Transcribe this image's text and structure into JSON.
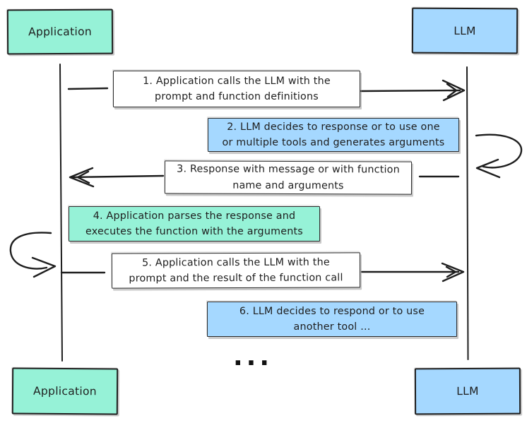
{
  "actors": {
    "top_left": {
      "label": "Application"
    },
    "top_right": {
      "label": "LLM"
    },
    "bottom_left": {
      "label": "Application"
    },
    "bottom_right": {
      "label": "LLM"
    }
  },
  "messages": [
    {
      "step": 1,
      "fill": "white",
      "direction": "application-to-llm",
      "text": "1. Application calls the LLM with the\nprompt and function definitions"
    },
    {
      "step": 2,
      "fill": "blue",
      "direction": "llm-self-loop",
      "text": "2. LLM decides to response or to use one\nor multiple tools and generates arguments"
    },
    {
      "step": 3,
      "fill": "white",
      "direction": "llm-to-application",
      "text": "3. Response with message or with function\nname and arguments"
    },
    {
      "step": 4,
      "fill": "teal",
      "direction": "application-self-loop",
      "text": "4. Application parses the response and\nexecutes the function with the arguments"
    },
    {
      "step": 5,
      "fill": "white",
      "direction": "application-to-llm",
      "text": "5. Application calls the LLM with the\nprompt and the result of the function call"
    },
    {
      "step": 6,
      "fill": "blue",
      "direction": "llm-note",
      "text": "6. LLM decides to respond or to use\nanother tool ..."
    }
  ],
  "ellipsis": "...",
  "colors": {
    "teal": "#96f2d7",
    "blue": "#a5d8ff",
    "white": "#ffffff",
    "stroke": "#1e1e1e"
  }
}
